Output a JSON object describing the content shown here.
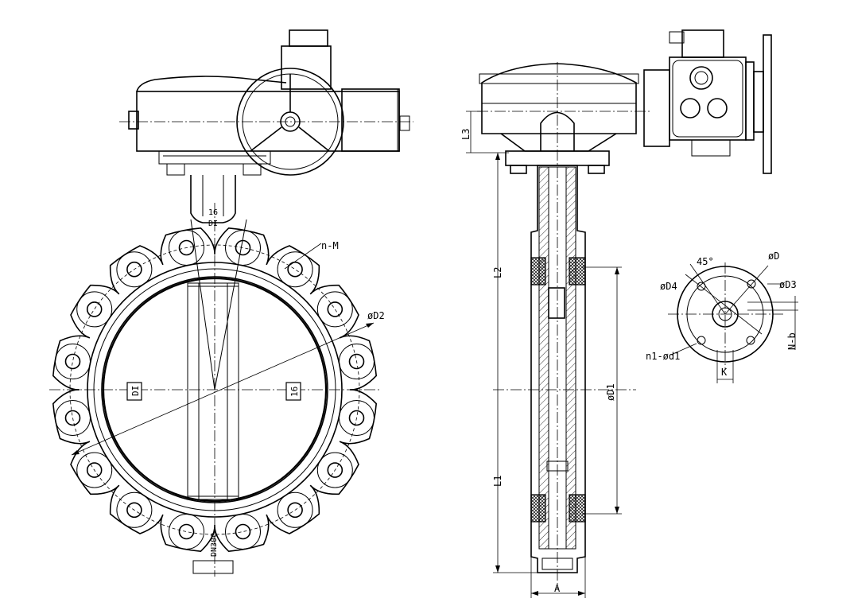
{
  "front_view": {
    "label_n_m": "n-M",
    "label_od2": "øD2",
    "label_di_left": "DI",
    "label_16_right": "16",
    "label_16_top": "16",
    "label_di_top": "DI",
    "label_dn": "DN300"
  },
  "side_view": {
    "label_l3": "L3",
    "label_l2": "L2",
    "label_l1": "L1",
    "label_od1": "øD1",
    "label_a": "A"
  },
  "flange_detail": {
    "label_45": "45°",
    "label_od": "øD",
    "label_od4": "øD4",
    "label_od3": "øD3",
    "label_n1_od1": "n1-ød1",
    "label_n_b": "N-b",
    "label_k": "K"
  }
}
